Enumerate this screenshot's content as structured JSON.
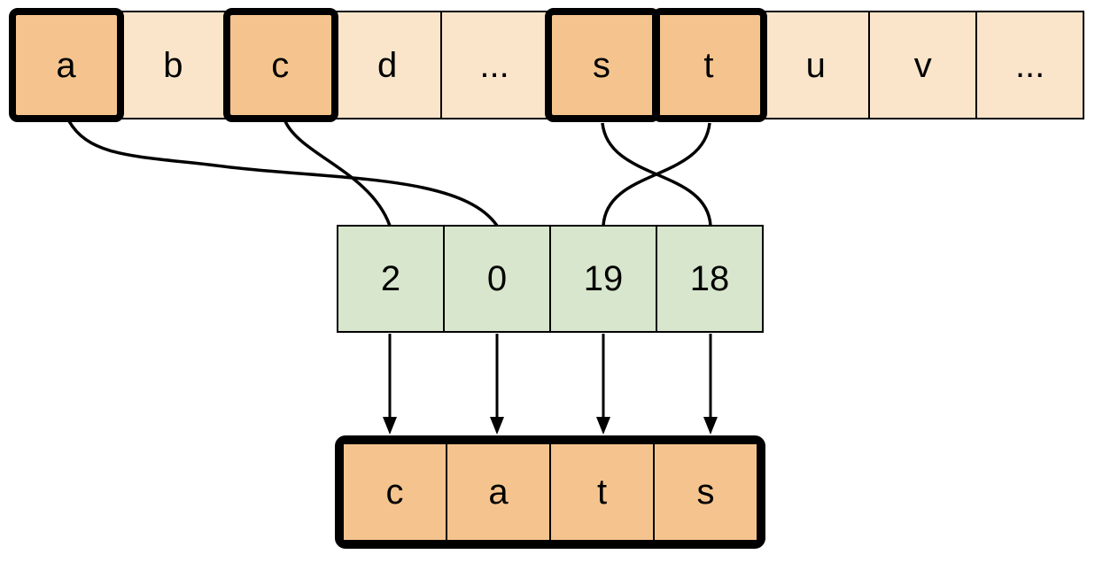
{
  "alphabet_row": {
    "cells": [
      {
        "label": "a",
        "highlighted": true
      },
      {
        "label": "b",
        "highlighted": false
      },
      {
        "label": "c",
        "highlighted": true
      },
      {
        "label": "d",
        "highlighted": false
      },
      {
        "label": "...",
        "highlighted": false
      },
      {
        "label": "s",
        "highlighted": true
      },
      {
        "label": "t",
        "highlighted": true
      },
      {
        "label": "u",
        "highlighted": false
      },
      {
        "label": "v",
        "highlighted": false
      },
      {
        "label": "...",
        "highlighted": false
      }
    ]
  },
  "index_row": {
    "cells": [
      {
        "label": "2"
      },
      {
        "label": "0"
      },
      {
        "label": "19"
      },
      {
        "label": "18"
      }
    ]
  },
  "output_row": {
    "cells": [
      {
        "label": "c"
      },
      {
        "label": "a"
      },
      {
        "label": "t"
      },
      {
        "label": "s"
      }
    ]
  },
  "colors": {
    "background": "#FFFFFF",
    "cell-light": "#FAE5CB",
    "cell-accent": "#F5C48E",
    "cell-index": "#D7E6CC",
    "line": "#000000"
  }
}
